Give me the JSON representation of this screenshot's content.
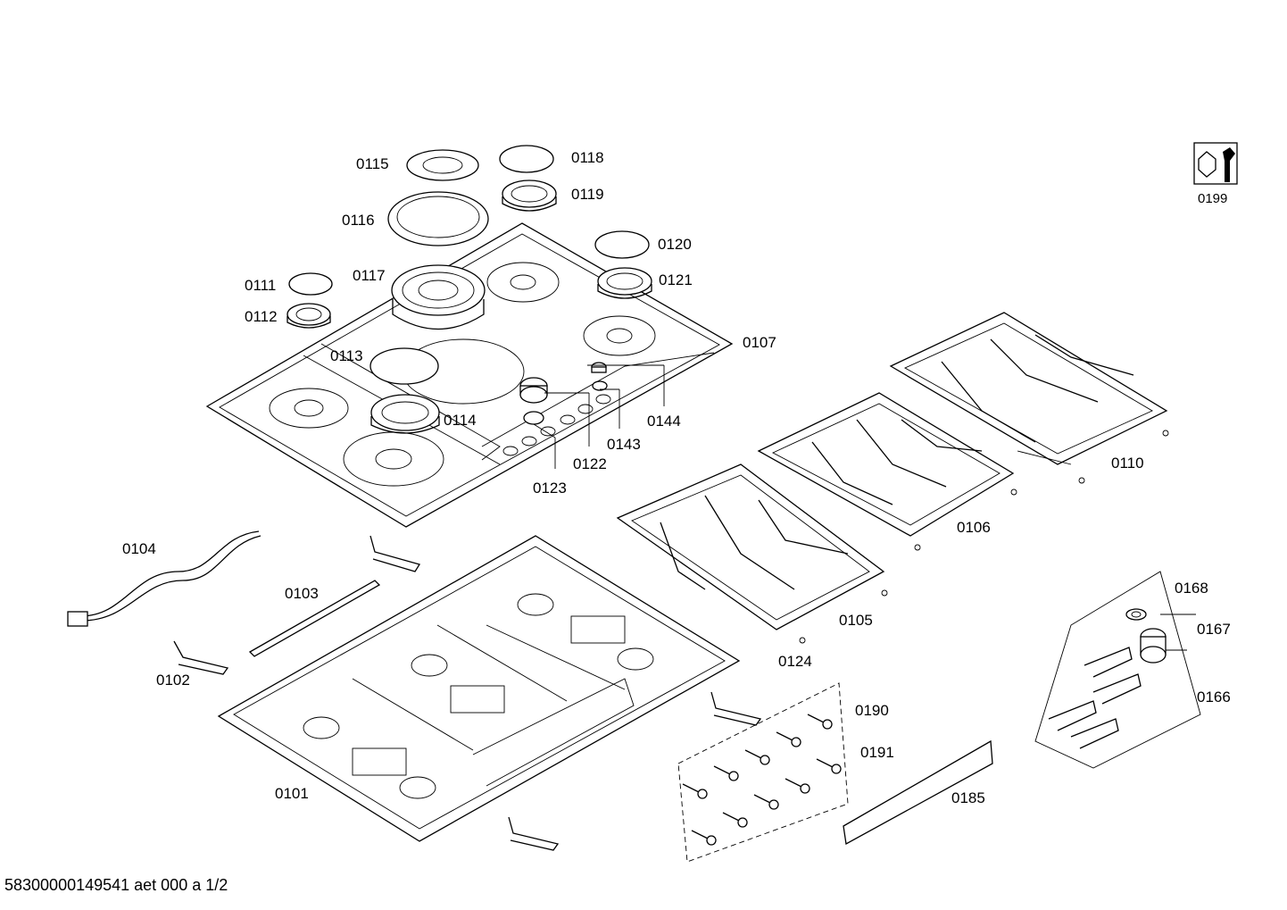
{
  "footer_code": "58300000149541 aet 000 a 1/2",
  "tool_icon_name": "wrench-icon",
  "parts": [
    {
      "id": "0101"
    },
    {
      "id": "0102"
    },
    {
      "id": "0103"
    },
    {
      "id": "0104"
    },
    {
      "id": "0105"
    },
    {
      "id": "0106"
    },
    {
      "id": "0107"
    },
    {
      "id": "0110"
    },
    {
      "id": "0111"
    },
    {
      "id": "0112"
    },
    {
      "id": "0113"
    },
    {
      "id": "0114"
    },
    {
      "id": "0115"
    },
    {
      "id": "0116"
    },
    {
      "id": "0117"
    },
    {
      "id": "0118"
    },
    {
      "id": "0119"
    },
    {
      "id": "0120"
    },
    {
      "id": "0121"
    },
    {
      "id": "0122"
    },
    {
      "id": "0123"
    },
    {
      "id": "0124"
    },
    {
      "id": "0143"
    },
    {
      "id": "0144"
    },
    {
      "id": "0166"
    },
    {
      "id": "0167"
    },
    {
      "id": "0168"
    },
    {
      "id": "0185"
    },
    {
      "id": "0190"
    },
    {
      "id": "0191"
    },
    {
      "id": "0199"
    }
  ]
}
